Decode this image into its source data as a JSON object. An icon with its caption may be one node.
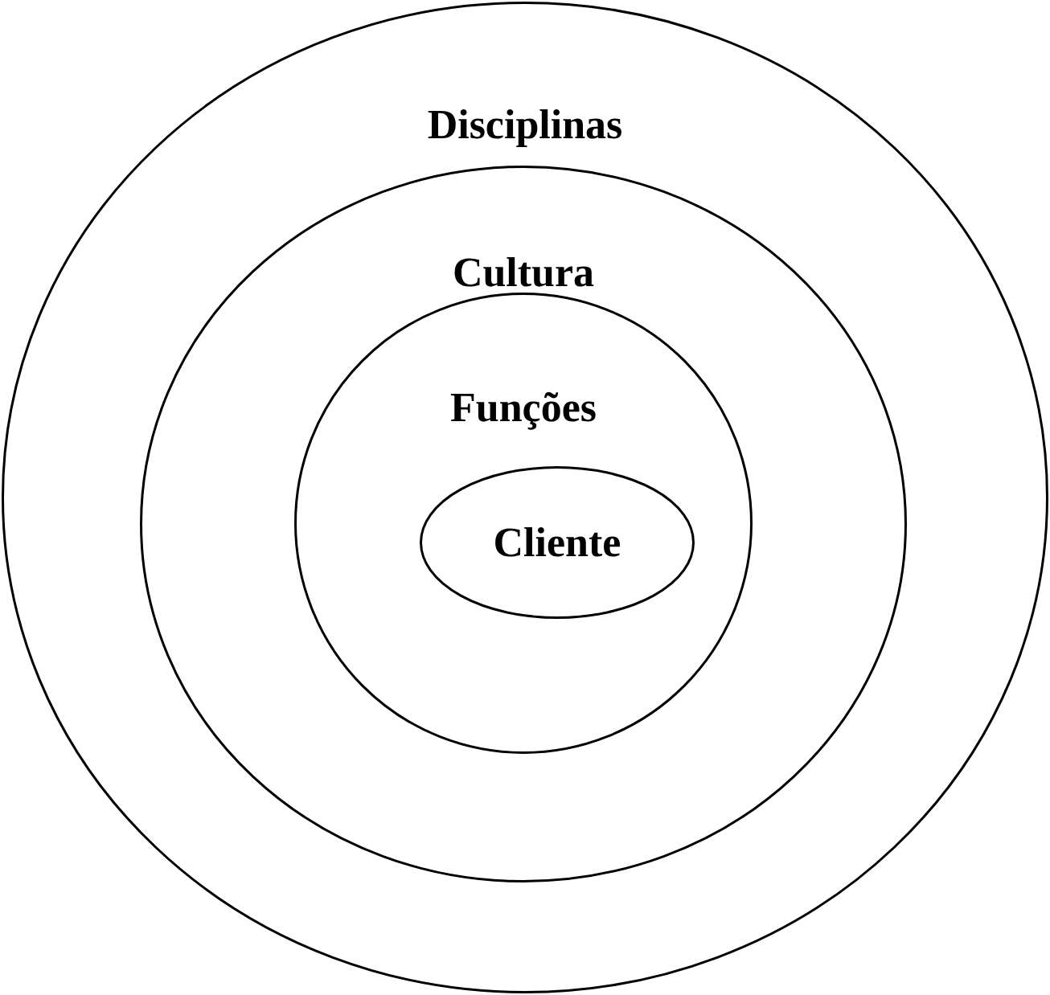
{
  "diagram": {
    "nodes": [
      {
        "text": [
          "Disciplinas"
        ]
      },
      {
        "text": [
          "Cultura"
        ],
        "in": 0
      },
      {
        "text": [
          "Funções"
        ],
        "in": 1
      },
      {
        "text": [
          "Cliente"
        ],
        "in": 2
      }
    ]
  }
}
